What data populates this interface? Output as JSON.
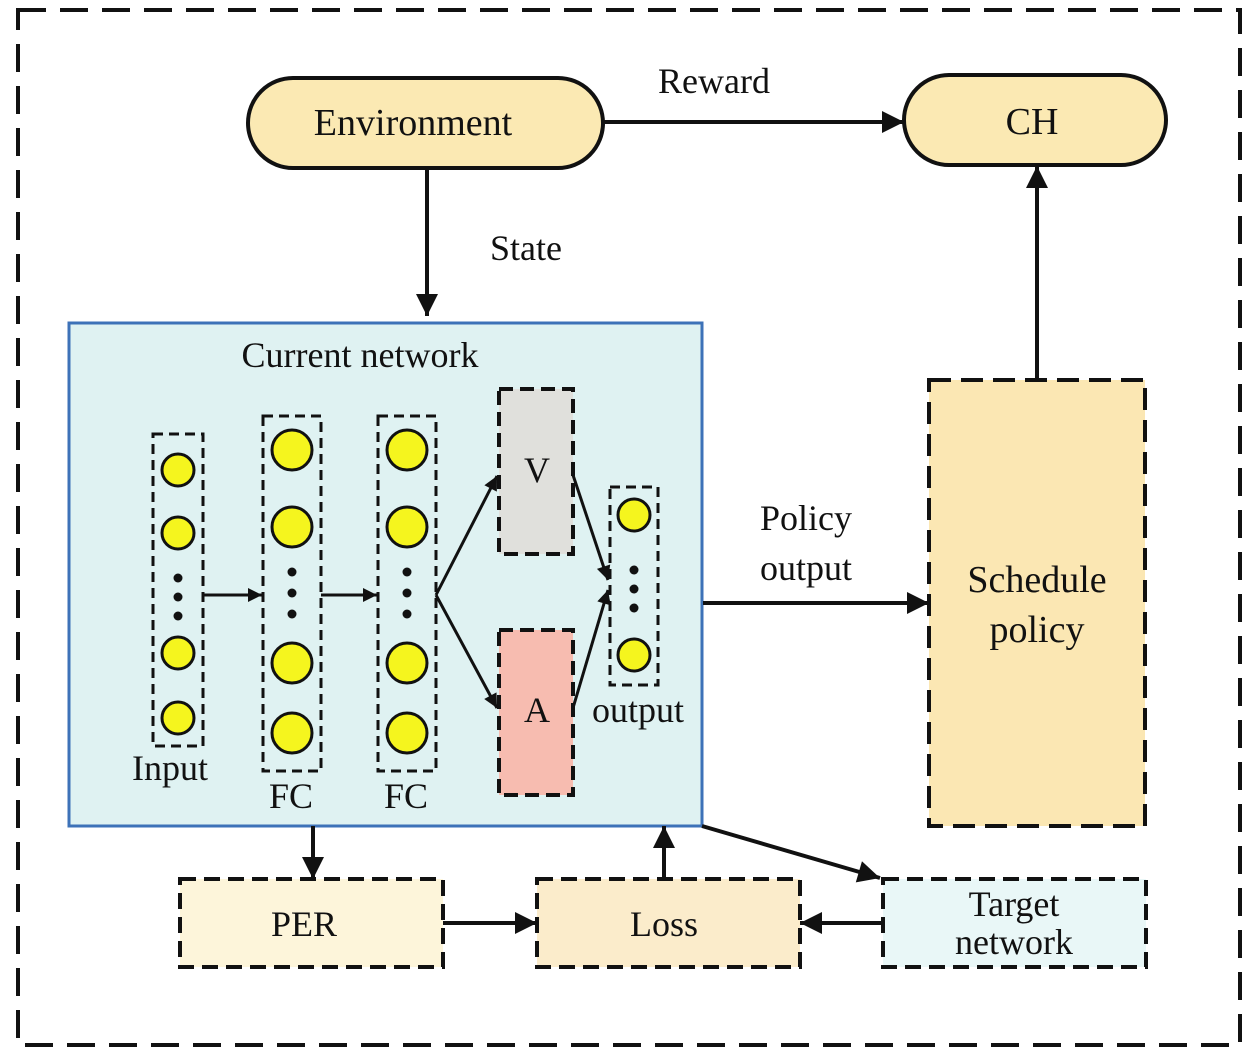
{
  "colors": {
    "pill_fill": "#fbe9b3",
    "current_network_fill": "#dff2f2",
    "current_network_border": "#3d72b8",
    "schedule_fill": "#fbe7b3",
    "per_fill": "#fdf5da",
    "loss_fill": "#fbeccb",
    "target_fill": "#e9f7f7",
    "v_fill": "#e0e0dc",
    "a_fill": "#f7bcb0",
    "neuron_fill": "#f5f51e"
  },
  "nodes": {
    "environment": "Environment",
    "ch": "CH",
    "current_network": "Current network",
    "v": "V",
    "a": "A",
    "schedule_line1": "Schedule",
    "schedule_line2": "policy",
    "per": "PER",
    "loss": "Loss",
    "target_line1": "Target",
    "target_line2": "network"
  },
  "layers": {
    "input": "Input",
    "fc1": "FC",
    "fc2": "FC",
    "output": "output"
  },
  "edges": {
    "reward": "Reward",
    "state": "State",
    "policy_output_line1": "Policy",
    "policy_output_line2": "output"
  }
}
